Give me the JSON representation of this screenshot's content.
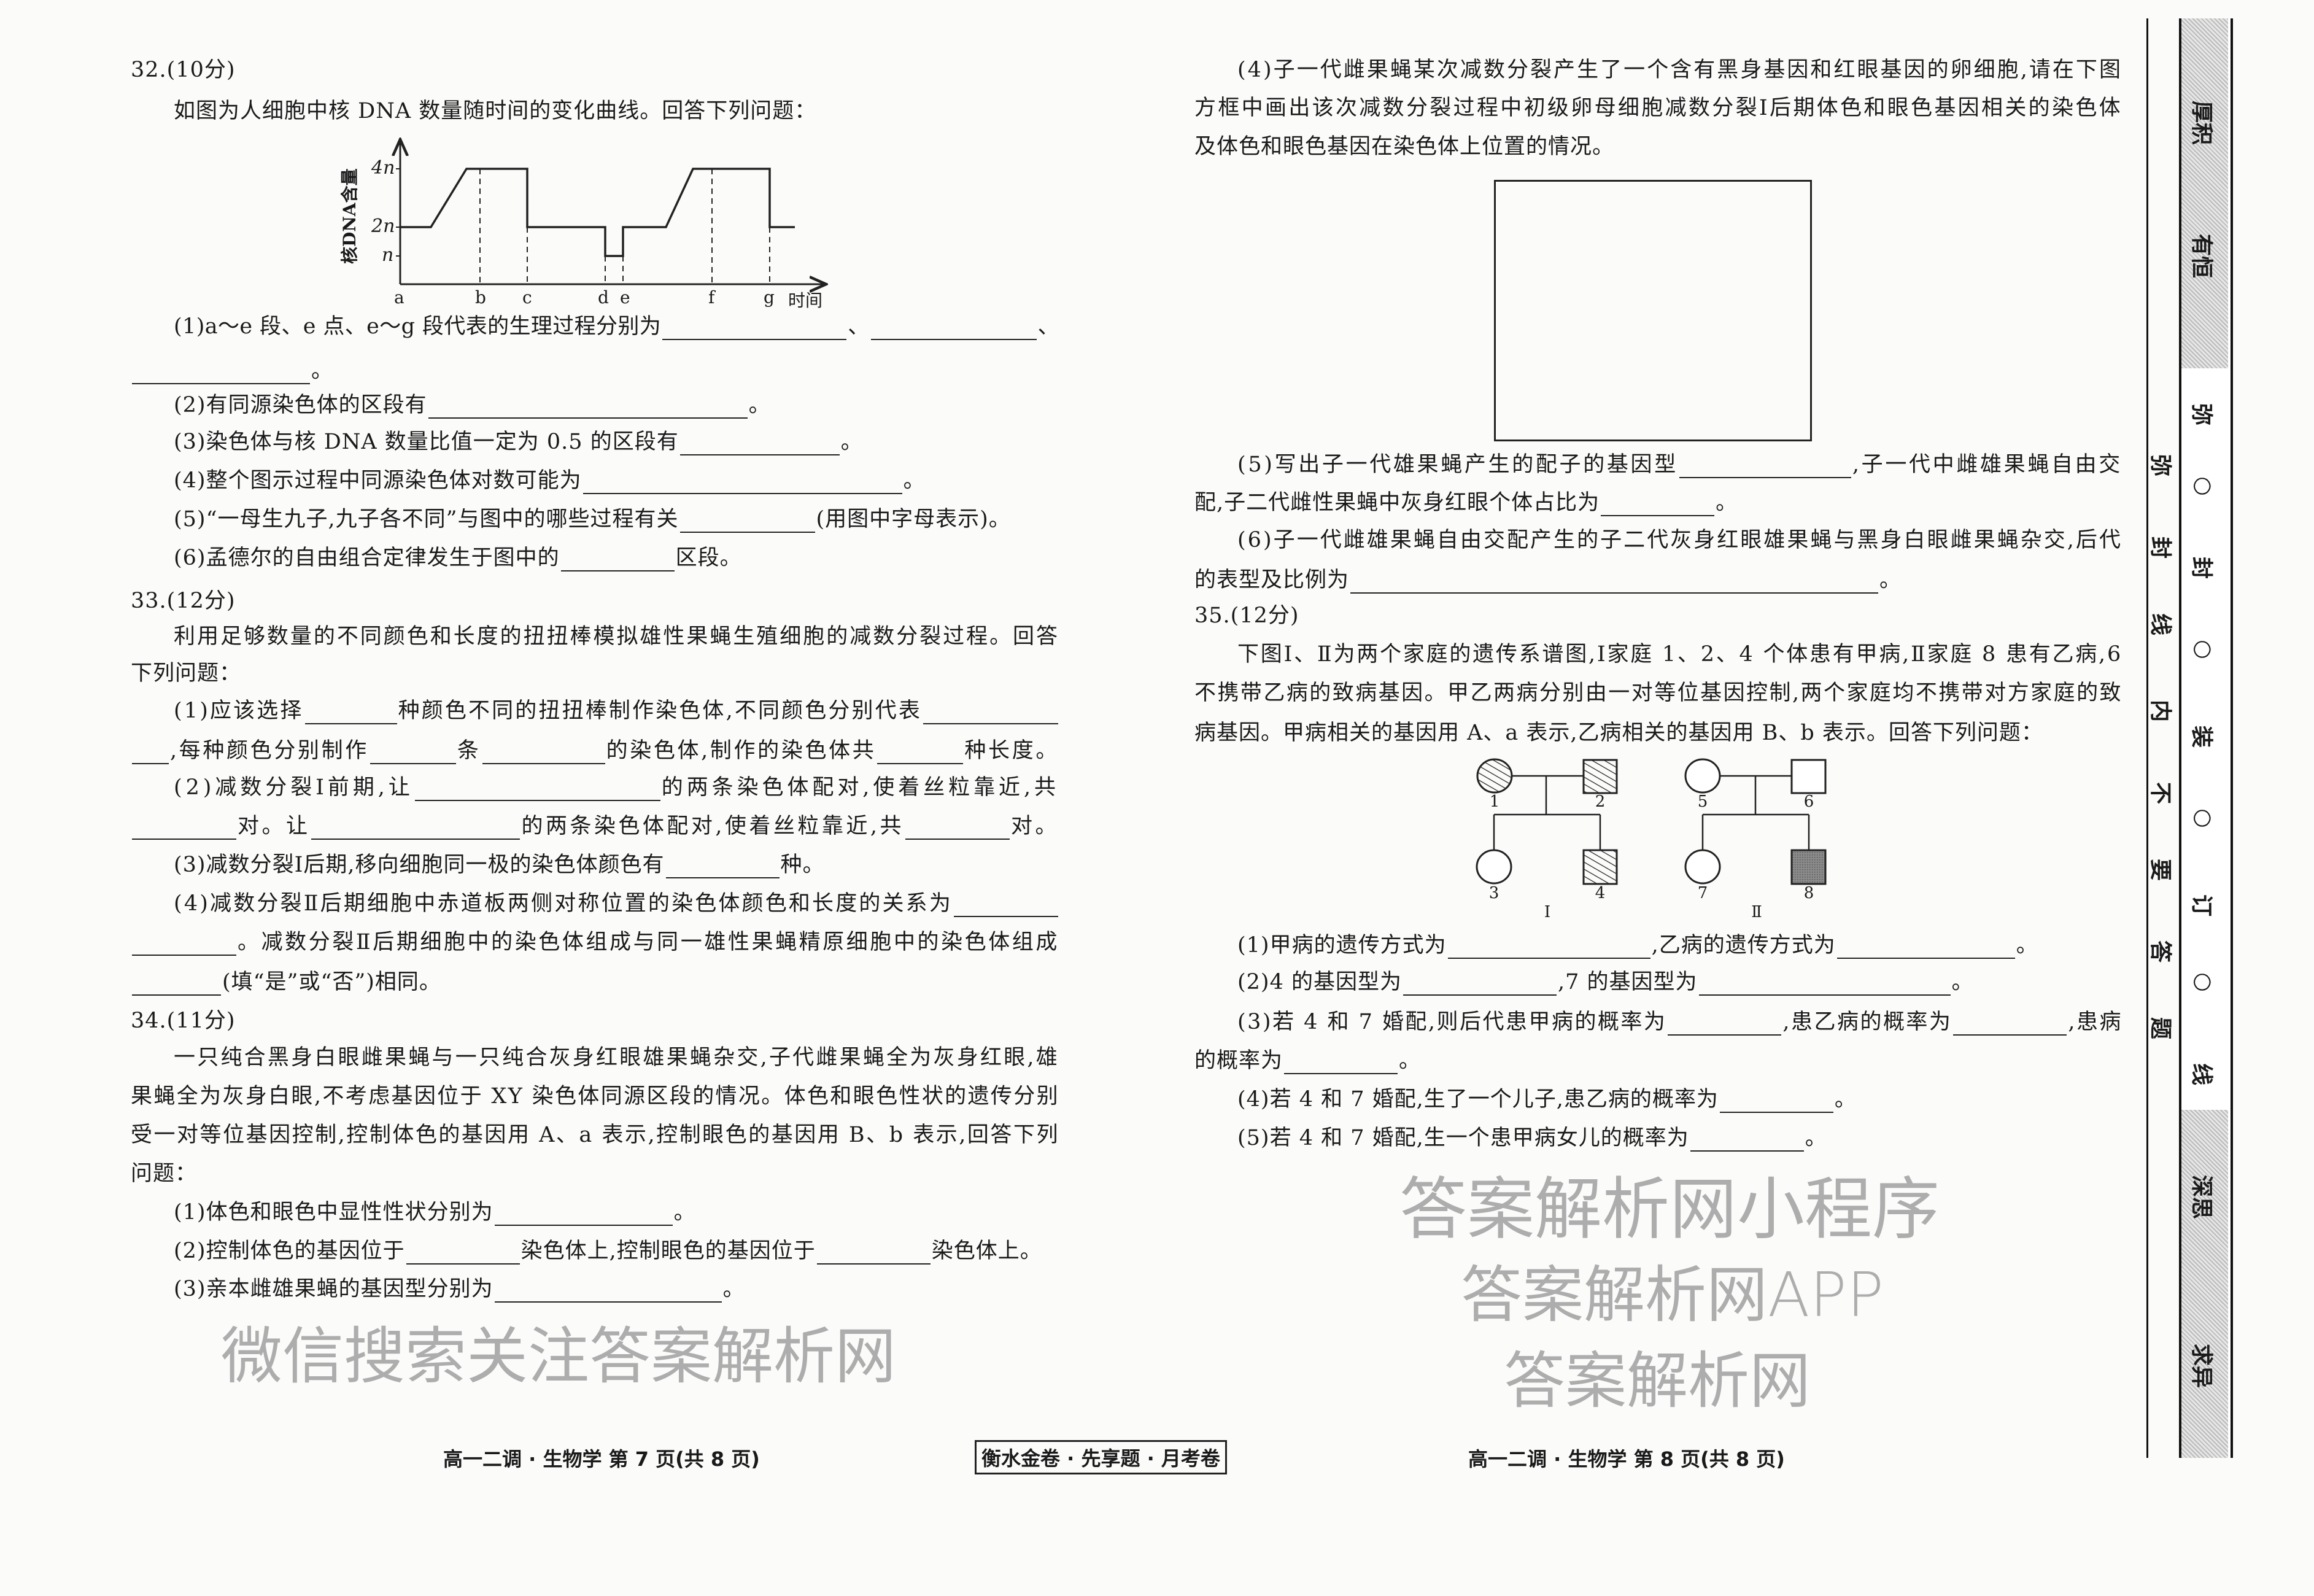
{
  "left_page": {
    "lines": [
      {
        "parts": [
          "32.(10分)"
        ]
      },
      {
        "parts": [
          "如图为人细胞中核 DNA 数量随时间的变化曲线。回答下列问题："
        ]
      },
      {
        "parts": [
          "(1)a～e 段、e 点、e～g 段代表的生理过程分别为",
          "",
          "、",
          "",
          "、"
        ]
      },
      {
        "parts": [
          "",
          "。"
        ]
      },
      {
        "parts": [
          "(2)有同源染色体的区段有",
          "",
          "。"
        ]
      },
      {
        "parts": [
          "(3)染色体与核 DNA 数量比值一定为 0.5 的区段有",
          "",
          "。"
        ]
      },
      {
        "parts": [
          "(4)整个图示过程中同源染色体对数可能为",
          "",
          "。"
        ]
      },
      {
        "parts": [
          "(5)“一母生九子,九子各不同”与图中的哪些过程有关",
          "",
          "(用图中字母表示)。"
        ]
      },
      {
        "parts": [
          "(6)孟德尔的自由组合定律发生于图中的",
          "",
          "区段。"
        ]
      },
      {
        "parts": [
          "33.(12分)"
        ]
      },
      {
        "parts": [
          "利用足够数量的不同颜色和长度的扭扭棒模拟雄性果蝇生殖细胞的减数分裂过程。回答"
        ]
      },
      {
        "parts": [
          "下列问题："
        ]
      },
      {
        "parts": [
          "(1)应该选择",
          "",
          "种颜色不同的扭扭棒制作染色体,不同颜色分别代表",
          ""
        ]
      },
      {
        "parts": [
          "",
          ",每种颜色分别制作",
          "",
          "条",
          "",
          "的染色体,制作的染色体共",
          "",
          "种长度。"
        ]
      },
      {
        "parts": [
          "(2)减数分裂Ⅰ前期,让",
          "",
          "的两条染色体配对,使着丝粒靠近,共"
        ]
      },
      {
        "parts": [
          "",
          "对。让",
          "",
          "的两条染色体配对,使着丝粒靠近,共",
          "",
          "对。"
        ]
      },
      {
        "parts": [
          "(3)减数分裂Ⅰ后期,移向细胞同一极的染色体颜色有",
          "",
          "种。"
        ]
      },
      {
        "parts": [
          "(4)减数分裂Ⅱ后期细胞中赤道板两侧对称位置的染色体颜色和长度的关系为",
          ""
        ]
      },
      {
        "parts": [
          "",
          "。减数分裂Ⅱ后期细胞中的染色体组成与同一雄性果蝇精原细胞中的染色体组成"
        ]
      },
      {
        "parts": [
          "",
          "(填“是”或“否”)相同。"
        ]
      },
      {
        "parts": [
          "34.(11分)"
        ]
      },
      {
        "parts": [
          "一只纯合黑身白眼雌果蝇与一只纯合灰身红眼雄果蝇杂交,子代雌果蝇全为灰身红眼,雄"
        ]
      },
      {
        "parts": [
          "果蝇全为灰身白眼,不考虑基因位于 XY 染色体同源区段的情况。体色和眼色性状的遗传分别"
        ]
      },
      {
        "parts": [
          "受一对等位基因控制,控制体色的基因用 A、a 表示,控制眼色的基因用 B、b 表示,回答下列"
        ]
      },
      {
        "parts": [
          "问题："
        ]
      },
      {
        "parts": [
          "(1)体色和眼色中显性性状分别为",
          "",
          "。"
        ]
      },
      {
        "parts": [
          "(2)控制体色的基因位于",
          "",
          "染色体上,控制眼色的基因位于",
          "",
          "染色体上。"
        ]
      },
      {
        "parts": [
          "(3)亲本雌雄果蝇的基因型分别为",
          "",
          "。"
        ]
      }
    ]
  },
  "dna_chart": {
    "y_label": "核DNA含量",
    "x_label": "时间",
    "y_ticks": [
      "4n",
      "2n",
      "n"
    ],
    "x_ticks": [
      "a",
      "b",
      "c",
      "d",
      "e",
      "f",
      "g"
    ]
  },
  "right_page": {
    "lines": [
      {
        "parts": [
          "(4)子一代雌果蝇某次减数分裂产生了一个含有黑身基因和红眼基因的卵细胞,请在下图"
        ]
      },
      {
        "parts": [
          "方框中画出该次减数分裂过程中初级卵母细胞减数分裂Ⅰ后期体色和眼色基因相关的染色体"
        ]
      },
      {
        "parts": [
          "及体色和眼色基因在染色体上位置的情况。"
        ]
      },
      {
        "parts": [
          "(5)写出子一代雄果蝇产生的配子的基因型",
          "",
          ",子一代中雌雄果蝇自由交"
        ]
      },
      {
        "parts": [
          "配,子二代雌性果蝇中灰身红眼个体占比为",
          "",
          "。"
        ]
      },
      {
        "parts": [
          "(6)子一代雌雄果蝇自由交配产生的子二代灰身红眼雄果蝇与黑身白眼雌果蝇杂交,后代"
        ]
      },
      {
        "parts": [
          "的表型及比例为",
          "",
          "。"
        ]
      },
      {
        "parts": [
          "35.(12分)"
        ]
      },
      {
        "parts": [
          "下图Ⅰ、Ⅱ为两个家庭的遗传系谱图,Ⅰ家庭 1、2、4 个体患有甲病,Ⅱ家庭 8 患有乙病,6"
        ]
      },
      {
        "parts": [
          "不携带乙病的致病基因。甲乙两病分别由一对等位基因控制,两个家庭均不携带对方家庭的致"
        ]
      },
      {
        "parts": [
          "病基因。甲病相关的基因用 A、a 表示,乙病相关的基因用 B、b 表示。回答下列问题："
        ]
      },
      {
        "parts": [
          "(1)甲病的遗传方式为",
          "",
          ",乙病的遗传方式为",
          "",
          "。"
        ]
      },
      {
        "parts": [
          "(2)4 的基因型为",
          "",
          ",7 的基因型为",
          "",
          "。"
        ]
      },
      {
        "parts": [
          "(3)若 4 和 7 婚配,则后代患甲病的概率为",
          "",
          ",患乙病的概率为",
          "",
          ",患病"
        ]
      },
      {
        "parts": [
          "的概率为",
          "",
          "。"
        ]
      },
      {
        "parts": [
          "(4)若 4 和 7 婚配,生了一个儿子,患乙病的概率为",
          "",
          "。"
        ]
      },
      {
        "parts": [
          "(5)若 4 和 7 婚配,生一个患甲病女儿的概率为",
          "",
          "。"
        ]
      }
    ]
  },
  "pedigree": {
    "members": [
      "1",
      "2",
      "3",
      "4",
      "5",
      "6",
      "7",
      "8"
    ],
    "families": [
      "Ⅰ",
      "Ⅱ"
    ]
  },
  "footer": {
    "left": "高一二调 · 生物学 第 7 页(共 8 页)",
    "center": "衡水金卷 · 先享题 · 月考卷",
    "right": "高一二调 · 生物学 第 8 页(共 8 页)"
  },
  "binding_strip": {
    "band_top": [
      "厚积",
      "有恒"
    ],
    "band_middle": [
      "弥",
      "○",
      "封",
      "○",
      "装",
      "○",
      "订",
      "○",
      "线"
    ],
    "band_bottom": [
      "深思",
      "求异"
    ],
    "outer": [
      "弥",
      "封",
      "线",
      "内",
      "不",
      "要",
      "答",
      "题"
    ]
  },
  "watermarks": [
    "答案解析网",
    "答案解析网APP",
    "微信搜索关注答案解析网",
    "答案解析网小程序"
  ]
}
